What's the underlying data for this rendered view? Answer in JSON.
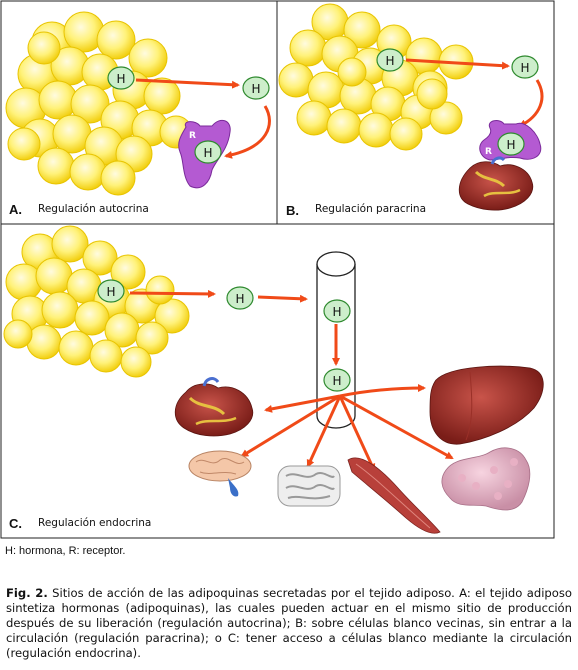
{
  "panels": {
    "a": {
      "letter": "A.",
      "label": "Regulación autocrina"
    },
    "b": {
      "letter": "B.",
      "label": "Regulación paracrina"
    },
    "c": {
      "letter": "C.",
      "label": "Regulación endocrina"
    }
  },
  "hormone_symbol": "H",
  "receptor_symbol": "R",
  "legend": "H: hormona, R: receptor.",
  "caption": {
    "label": "Fig. 2.",
    "text": " Sitios de acción de las adipoquinas secretadas por el tejido adiposo. A: el tejido adiposo sintetiza hormonas (adipoquinas), las cuales pueden actuar en el mismo sitio de producción después de su liberación (regulación autocrina); B: sobre células blanco vecinas, sin entrar a la circulación (regulación paracrina); o C: tener acceso a células blanco mediante la circulación (regulación endocrina)."
  },
  "colors": {
    "fat_cell_fill": "#fff27a",
    "fat_cell_stroke": "#e8c400",
    "hormone_fill": "#cdeecb",
    "hormone_stroke": "#2f8a2f",
    "arrow": "#f04a18",
    "receptor": "#b45ad2"
  }
}
